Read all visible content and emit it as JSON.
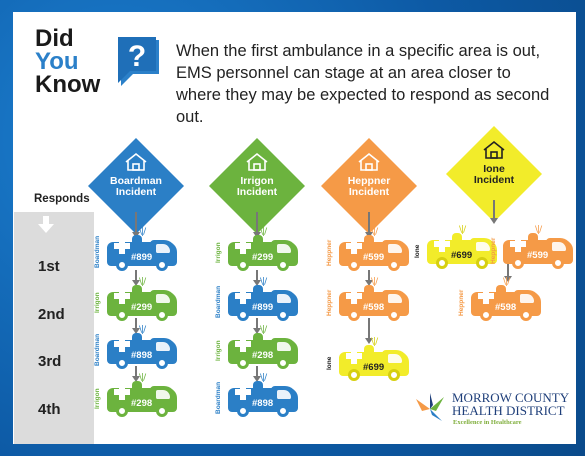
{
  "header": {
    "did": "Did",
    "you": "You",
    "know": "Know",
    "question_icon": "question-bubble-icon",
    "text": "When the first ambulance in a specific area is out, EMS personnel can stage at an area closer to where they may be expected to respond as second out."
  },
  "responds": {
    "label": "Responds",
    "ranks": [
      "1st",
      "2nd",
      "3rd",
      "4th"
    ]
  },
  "incidents": [
    {
      "line1": "Boardman",
      "line2": "Incident",
      "color": "#2b7fc6",
      "icon": "house-icon"
    },
    {
      "line1": "Irrigon",
      "line2": "Incident",
      "color": "#6cb33e",
      "icon": "house-icon"
    },
    {
      "line1": "Heppner",
      "line2": "Incident",
      "color": "#f59a47",
      "icon": "house-icon"
    },
    {
      "line1": "Ione",
      "line2": "Incident",
      "color": "#f2ec2a",
      "icon": "house-icon"
    }
  ],
  "ambulances": {
    "boardman": [
      {
        "station": "Boardman",
        "number": "#899"
      },
      {
        "station": "Irrigon",
        "number": "#299"
      },
      {
        "station": "Boardman",
        "number": "#898"
      },
      {
        "station": "Irrigon",
        "number": "#298"
      }
    ],
    "irrigon": [
      {
        "station": "Irrigon",
        "number": "#299"
      },
      {
        "station": "Boardman",
        "number": "#899"
      },
      {
        "station": "Irrigon",
        "number": "#298"
      },
      {
        "station": "Boardman",
        "number": "#898"
      }
    ],
    "heppner": [
      {
        "station": "Heppner",
        "number": "#599"
      },
      {
        "station": "Heppner",
        "number": "#598"
      },
      {
        "station": "Ione",
        "number": "#699"
      }
    ],
    "ione": [
      {
        "station": "Ione",
        "number": "#699"
      },
      {
        "station": "Heppner",
        "number": "#599"
      },
      {
        "station": "Heppner",
        "number": "#598"
      }
    ]
  },
  "logo": {
    "line1": "MORROW COUNTY",
    "line2": "HEALTH DISTRICT",
    "tagline": "Excellence in Healthcare"
  },
  "colors": {
    "frame": "#0d5aa5",
    "boardman": "#2b7fc6",
    "irrigon": "#6cb33e",
    "heppner": "#f59a47",
    "ione": "#f2ec2a"
  }
}
